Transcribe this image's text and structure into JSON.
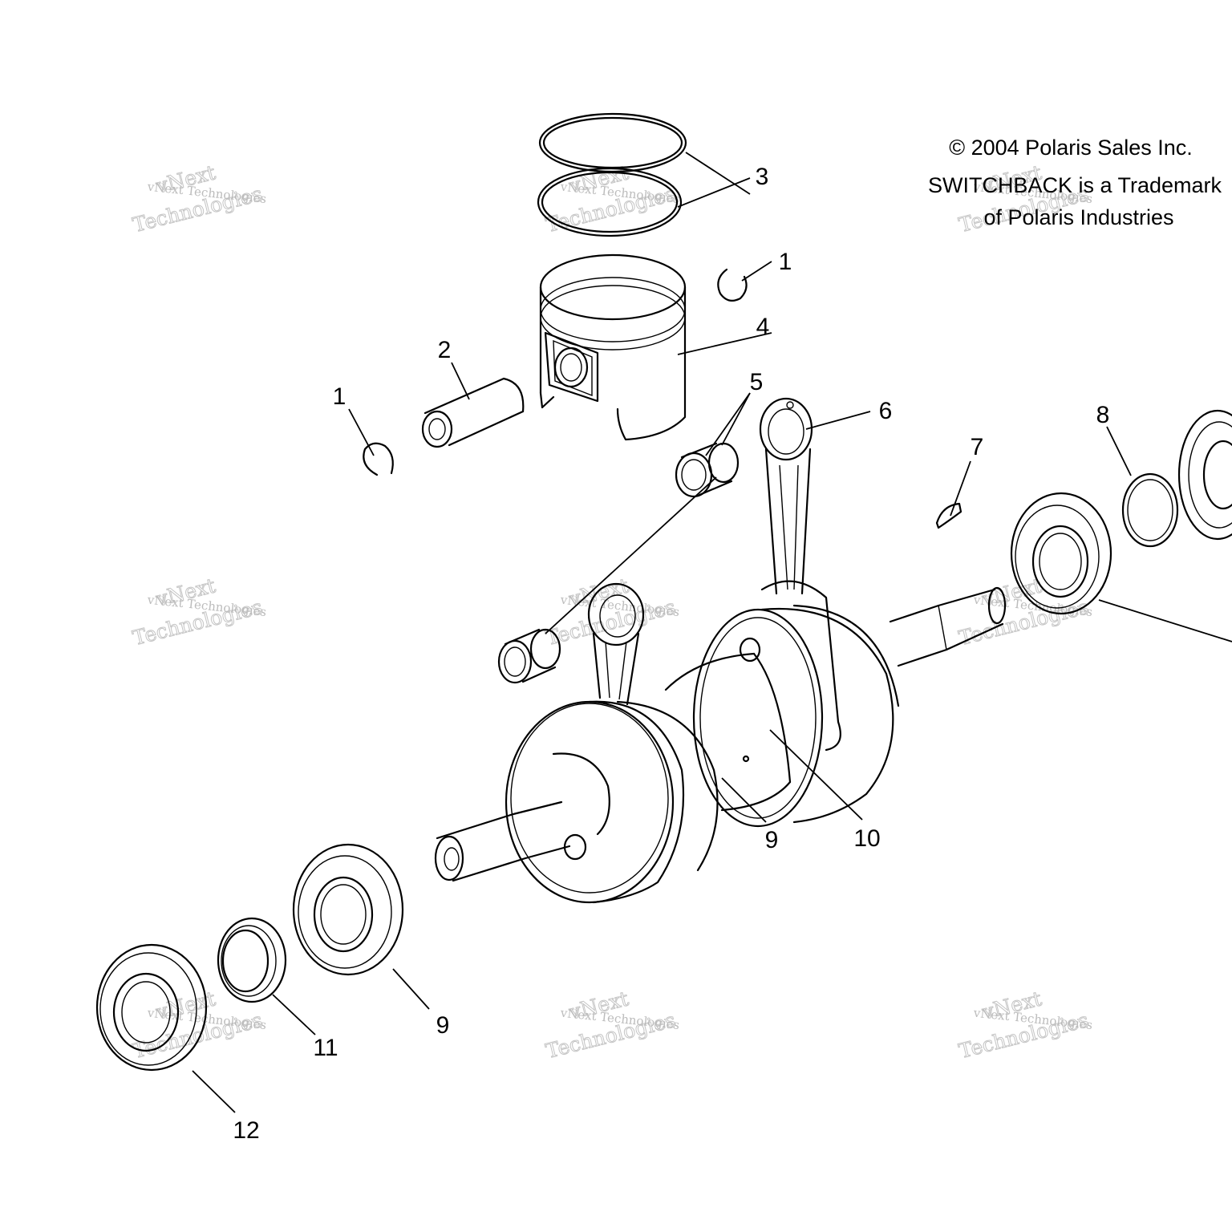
{
  "copyright": {
    "line1": "© 2004 Polaris Sales Inc.",
    "line2": "SWITCHBACK is a Trademark",
    "line3": "of Polaris Industries"
  },
  "callouts": {
    "c1a": "1",
    "c1b": "1",
    "c2": "2",
    "c3": "3",
    "c4": "4",
    "c5": "5",
    "c6": "6",
    "c7": "7",
    "c8": "8",
    "c9a": "9",
    "c9b": "9",
    "c10": "10",
    "c11": "11",
    "c12": "12"
  },
  "watermark": {
    "small": "vNext Technologies",
    "big_top": "vNext",
    "big_bottom": "Technologies"
  }
}
